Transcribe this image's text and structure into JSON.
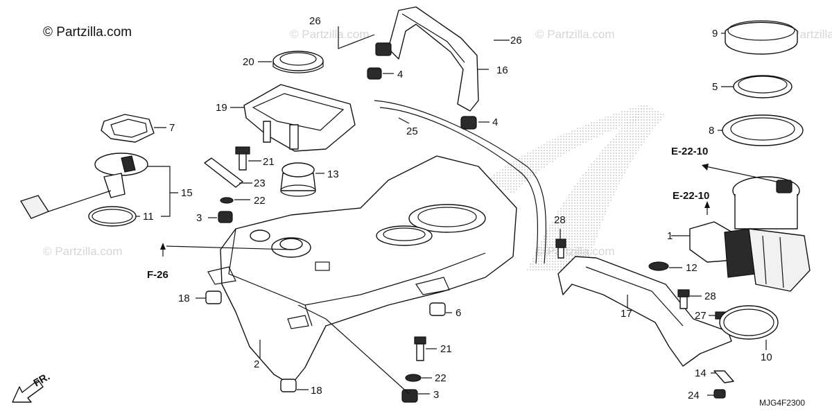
{
  "copyright": "© Partzilla.com",
  "watermark": "© Partzilla.com",
  "diagram_code": "MJG4F2300",
  "front_marker": "FR.",
  "references": {
    "f26": "F-26",
    "e2210_upper": "E-22-10",
    "e2210_lower": "E-22-10"
  },
  "callouts": [
    {
      "id": "c1",
      "label": "1"
    },
    {
      "id": "c2",
      "label": "2"
    },
    {
      "id": "c3a",
      "label": "3"
    },
    {
      "id": "c3b",
      "label": "3"
    },
    {
      "id": "c4a",
      "label": "4"
    },
    {
      "id": "c4b",
      "label": "4"
    },
    {
      "id": "c5",
      "label": "5"
    },
    {
      "id": "c6",
      "label": "6"
    },
    {
      "id": "c7",
      "label": "7"
    },
    {
      "id": "c8",
      "label": "8"
    },
    {
      "id": "c9",
      "label": "9"
    },
    {
      "id": "c10",
      "label": "10"
    },
    {
      "id": "c11",
      "label": "11"
    },
    {
      "id": "c12",
      "label": "12"
    },
    {
      "id": "c13",
      "label": "13"
    },
    {
      "id": "c14",
      "label": "14"
    },
    {
      "id": "c15",
      "label": "15"
    },
    {
      "id": "c16",
      "label": "16"
    },
    {
      "id": "c17",
      "label": "17"
    },
    {
      "id": "c18a",
      "label": "18"
    },
    {
      "id": "c18b",
      "label": "18"
    },
    {
      "id": "c19",
      "label": "19"
    },
    {
      "id": "c20",
      "label": "20"
    },
    {
      "id": "c21a",
      "label": "21"
    },
    {
      "id": "c21b",
      "label": "21"
    },
    {
      "id": "c22a",
      "label": "22"
    },
    {
      "id": "c22b",
      "label": "22"
    },
    {
      "id": "c23",
      "label": "23"
    },
    {
      "id": "c24",
      "label": "24"
    },
    {
      "id": "c25",
      "label": "25"
    },
    {
      "id": "c26a",
      "label": "26"
    },
    {
      "id": "c26b",
      "label": "26"
    },
    {
      "id": "c27",
      "label": "27"
    },
    {
      "id": "c28a",
      "label": "28"
    },
    {
      "id": "c28b",
      "label": "28"
    }
  ]
}
